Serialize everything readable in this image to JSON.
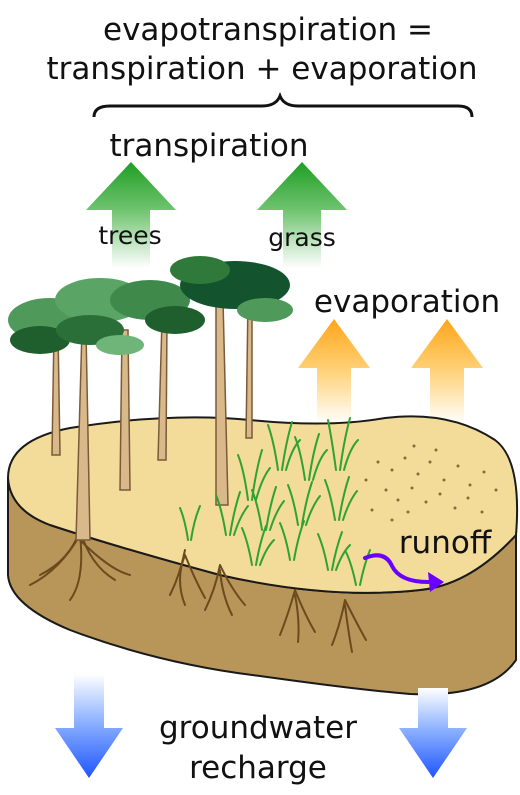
{
  "title_line1": "evapotranspiration =",
  "title_line2": "transpiration + evaporation",
  "transpiration_label": "transpiration",
  "trees_label": "trees",
  "grass_label": "grass",
  "evaporation_label": "evaporation",
  "runoff_label": "runoff",
  "groundwater_line1": "groundwater",
  "groundwater_line2": "recharge",
  "colors": {
    "transpiration_arrow": "#22a02a",
    "evaporation_arrow": "#ffb21a",
    "groundwater_arrow": "#1f55ff",
    "runoff_arrow": "#6a00ff",
    "soil_top": "#f3db9a",
    "soil_side": "#b8965a",
    "tree_canopy": "#2f7a3a",
    "grass": "#2ea32e"
  }
}
